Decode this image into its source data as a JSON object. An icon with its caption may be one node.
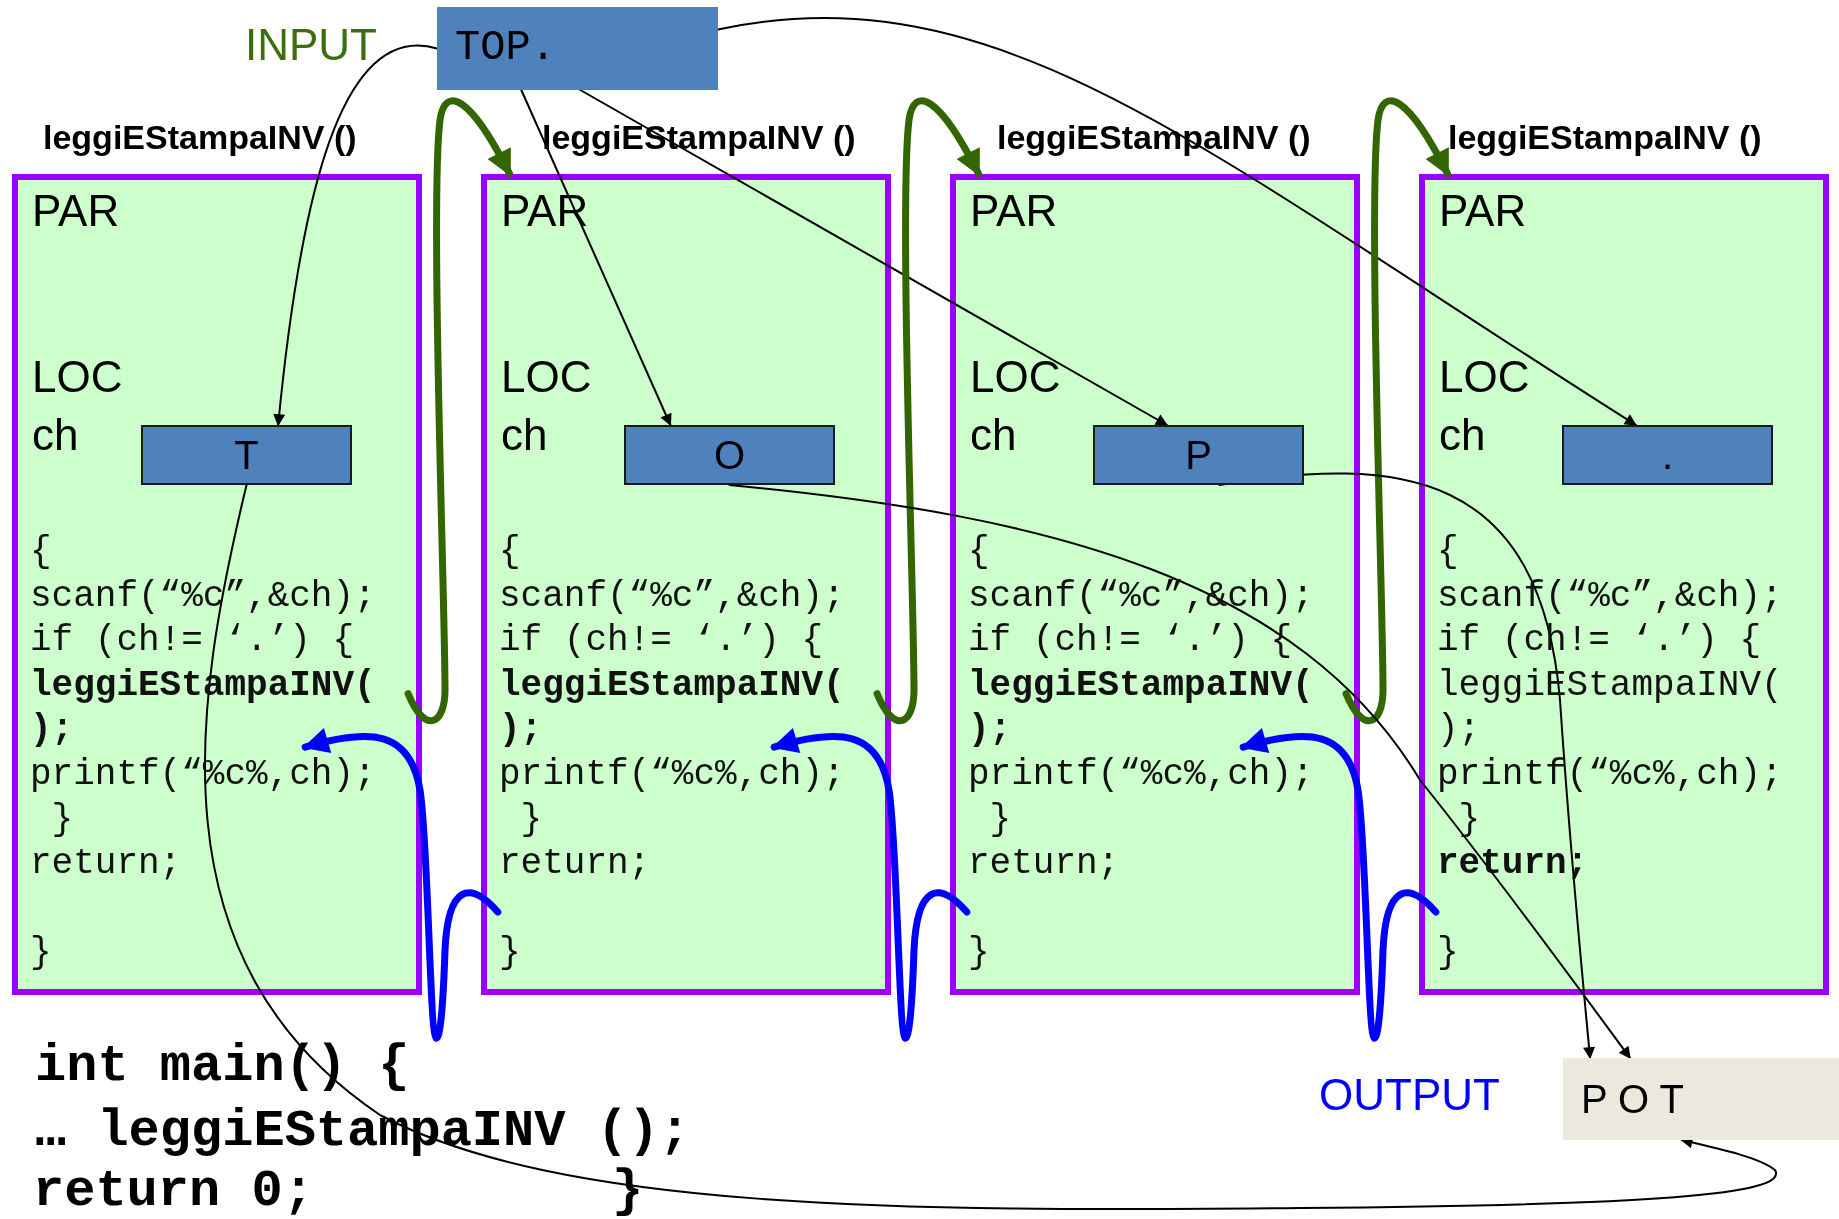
{
  "diagram": {
    "nodes": [
      {
        "text": [
          "TOP."
        ],
        "beside": [
          "INPUT"
        ]
      },
      {
        "text": [
          "leggiEStampaINV ()",
          "PAR",
          "LOC",
          "ch",
          "{",
          "scanf(“%c”,&ch);",
          "if (ch!= ‘.’) {",
          "**leggiEStampaINV( );**",
          "printf(“%c%,ch);",
          "}",
          "return;",
          "}"
        ]
      },
      {
        "text": [
          "leggiEStampaINV ()",
          "PAR",
          "LOC",
          "ch",
          "{",
          "scanf(“%c”,&ch);",
          "if (ch!= ‘.’) {",
          "**leggiEStampaINV( );**",
          "printf(“%c%,ch);",
          "}",
          "return;",
          "}"
        ]
      },
      {
        "text": [
          "leggiEStampaINV ()",
          "PAR",
          "LOC",
          "ch",
          "{",
          "scanf(“%c”,&ch);",
          "if (ch!= ‘.’) {",
          "**leggiEStampaINV( );**",
          "printf(“%c%,ch);",
          "}",
          "return;",
          "}"
        ]
      },
      {
        "text": [
          "leggiEStampaINV ()",
          "PAR",
          "LOC",
          "ch",
          "{",
          "scanf(“%c”,&ch);",
          "if (ch!= ‘.’) {",
          "leggiEStampaINV( );",
          "printf(“%c%,ch);",
          "}",
          "**return;**",
          "}"
        ]
      },
      {
        "text": [
          "T"
        ],
        "in": 1
      },
      {
        "text": [
          "O"
        ],
        "in": 2
      },
      {
        "text": [
          "P"
        ],
        "in": 3
      },
      {
        "text": [
          "."
        ],
        "in": 4
      },
      {
        "text": [
          "P O T"
        ],
        "beside": [
          "OUTPUT"
        ]
      }
    ],
    "edges": [
      {
        "from": 0,
        "to": 5,
        "arrow": "to"
      },
      {
        "from": 0,
        "to": 6,
        "arrow": "to"
      },
      {
        "from": 0,
        "to": 7,
        "arrow": "to"
      },
      {
        "from": 0,
        "to": 8,
        "arrow": "to"
      },
      {
        "from": 1,
        "to": 2,
        "arrow": "to",
        "style": "thick",
        "color": "#336600"
      },
      {
        "from": 2,
        "to": 3,
        "arrow": "to",
        "style": "thick",
        "color": "#336600"
      },
      {
        "from": 3,
        "to": 4,
        "arrow": "to",
        "style": "thick",
        "color": "#336600"
      },
      {
        "from": 2,
        "to": 1,
        "arrow": "to",
        "style": "thick",
        "color": "#0000ff"
      },
      {
        "from": 3,
        "to": 2,
        "arrow": "to",
        "style": "thick",
        "color": "#0000ff"
      },
      {
        "from": 4,
        "to": 3,
        "arrow": "to",
        "style": "thick",
        "color": "#0000ff"
      },
      {
        "from": 5,
        "to": 9,
        "arrow": "to"
      },
      {
        "from": 6,
        "to": 9,
        "arrow": "to"
      },
      {
        "from": 7,
        "to": 9,
        "arrow": "to"
      }
    ],
    "labels": [
      "int main() {",
      "… leggiEStampaINV ();",
      "return 0;",
      "}"
    ]
  }
}
